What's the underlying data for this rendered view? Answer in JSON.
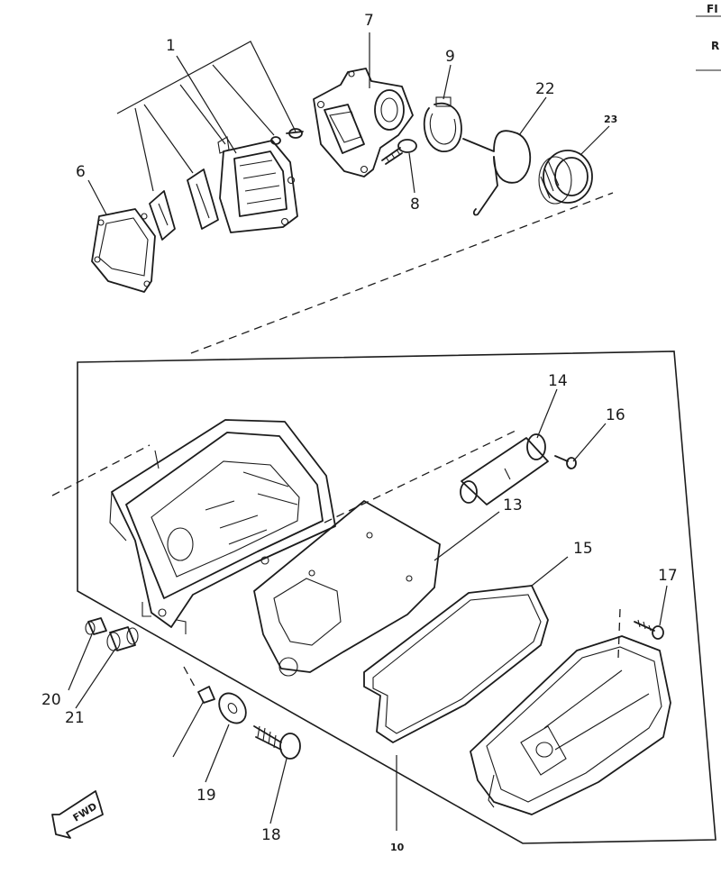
{
  "header": {
    "fig_fragment": "FI",
    "ref_fragment": "R"
  },
  "callouts": {
    "c1": "1",
    "c6": "6",
    "c7": "7",
    "c8": "8",
    "c9": "9",
    "c22": "22",
    "c23": "23",
    "c14": "14",
    "c16": "16",
    "c13": "13",
    "c15": "15",
    "c17": "17",
    "c20": "20",
    "c21": "21",
    "c19": "19",
    "c18": "18",
    "c10": "10"
  },
  "fwd_label": "FWD",
  "stroke_color": "#1c1c1c"
}
